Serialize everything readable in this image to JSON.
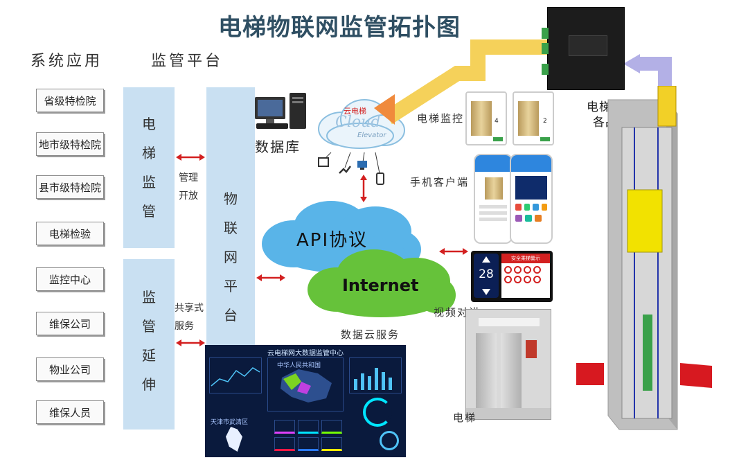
{
  "title": "电梯物联网监管拓扑图",
  "columns": {
    "system": "系统应用",
    "platform": "监管平台"
  },
  "systems": [
    "省级特检院",
    "地市级特检院",
    "县市级特检院",
    "电梯检验",
    "监控中心",
    "维保公司",
    "物业公司",
    "维保人员"
  ],
  "blocks": {
    "supervision": [
      "电",
      "梯",
      "监",
      "管"
    ],
    "extension": [
      "监",
      "管",
      "延",
      "伸"
    ],
    "iot_platform": [
      "物",
      "联",
      "网",
      "平",
      "台"
    ]
  },
  "side_labels": {
    "management": [
      "管理",
      "开放"
    ],
    "sharing": [
      "共享式",
      "服务"
    ]
  },
  "labels": {
    "database": "数据库",
    "cloud_brand": "云电梯",
    "cloud_text": "Cloud",
    "cloud_sub": "Elevator",
    "api": "API协议",
    "internet": "Internet",
    "cloud_service": "数据云服务",
    "elevator_monitor": "电梯监控",
    "mobile_client": "手机客户端",
    "video_call": "视频对讲",
    "elevator": "电梯",
    "transmission_line1": "电梯数据传输",
    "transmission_line2": "各品牌通用",
    "floor_1": "4",
    "floor_2": "2",
    "screen_number": "28",
    "screen_banner": "安全乘梯警示"
  },
  "dashboard": {
    "title": "云电梯网大数据监管中心",
    "region": "天津市武清区",
    "map_label": "中华人民共和国"
  },
  "colors": {
    "accent_blue": "#c9e0f2",
    "arrow_red": "#d32020",
    "title": "#2f4f63",
    "cloud_blue": "#59b4e8",
    "cloud_green": "#66c23a",
    "pipe_yellow": "#f5d15a",
    "pipe_purple": "#b3b0e6"
  }
}
